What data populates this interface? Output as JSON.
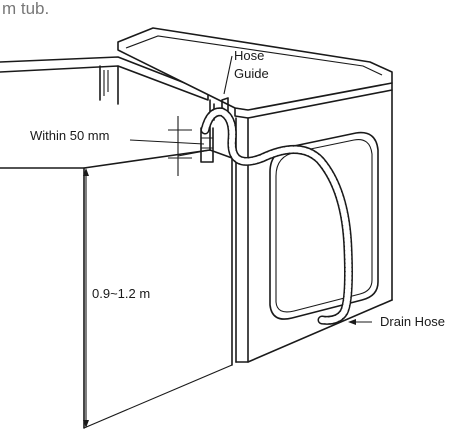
{
  "caption": "m tub.",
  "labels": {
    "hose_guide_line1": "Hose",
    "hose_guide_line2": "Guide",
    "within": "Within 50 mm",
    "height": "0.9~1.2 m",
    "drain_hose": "Drain Hose"
  }
}
